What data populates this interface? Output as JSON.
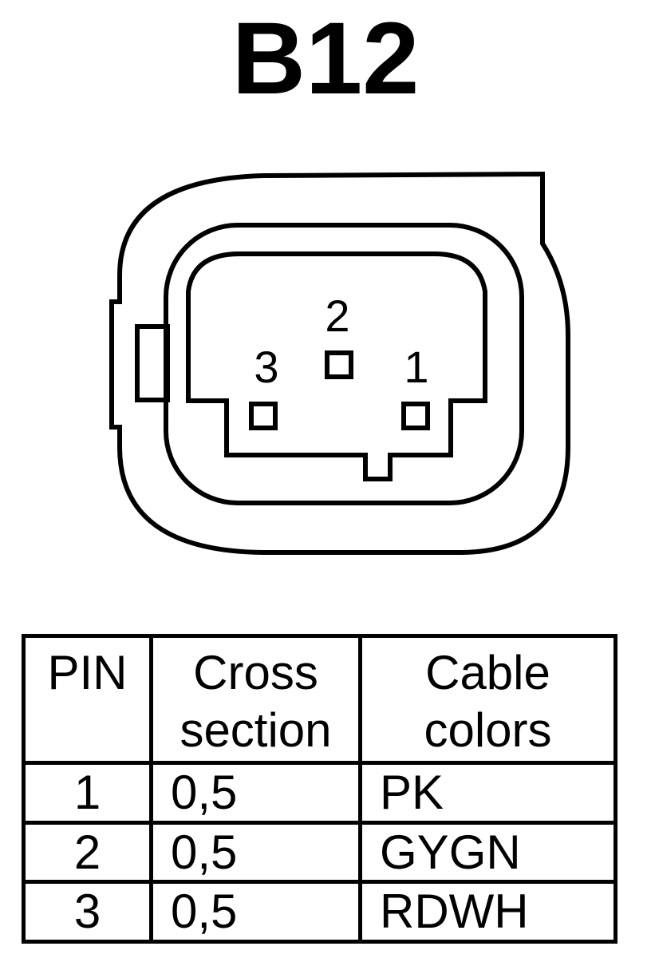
{
  "title": "B12",
  "connector": {
    "pin_labels": [
      "1",
      "2",
      "3"
    ]
  },
  "table": {
    "headers": {
      "pin": "PIN",
      "cross_section": [
        "Cross",
        "section"
      ],
      "cable_colors": [
        "Cable",
        "colors"
      ]
    },
    "rows": [
      {
        "pin": "1",
        "cross_section": "0,5",
        "cable_color": "PK"
      },
      {
        "pin": "2",
        "cross_section": "0,5",
        "cable_color": "GYGN"
      },
      {
        "pin": "3",
        "cross_section": "0,5",
        "cable_color": "RDWH"
      }
    ]
  }
}
